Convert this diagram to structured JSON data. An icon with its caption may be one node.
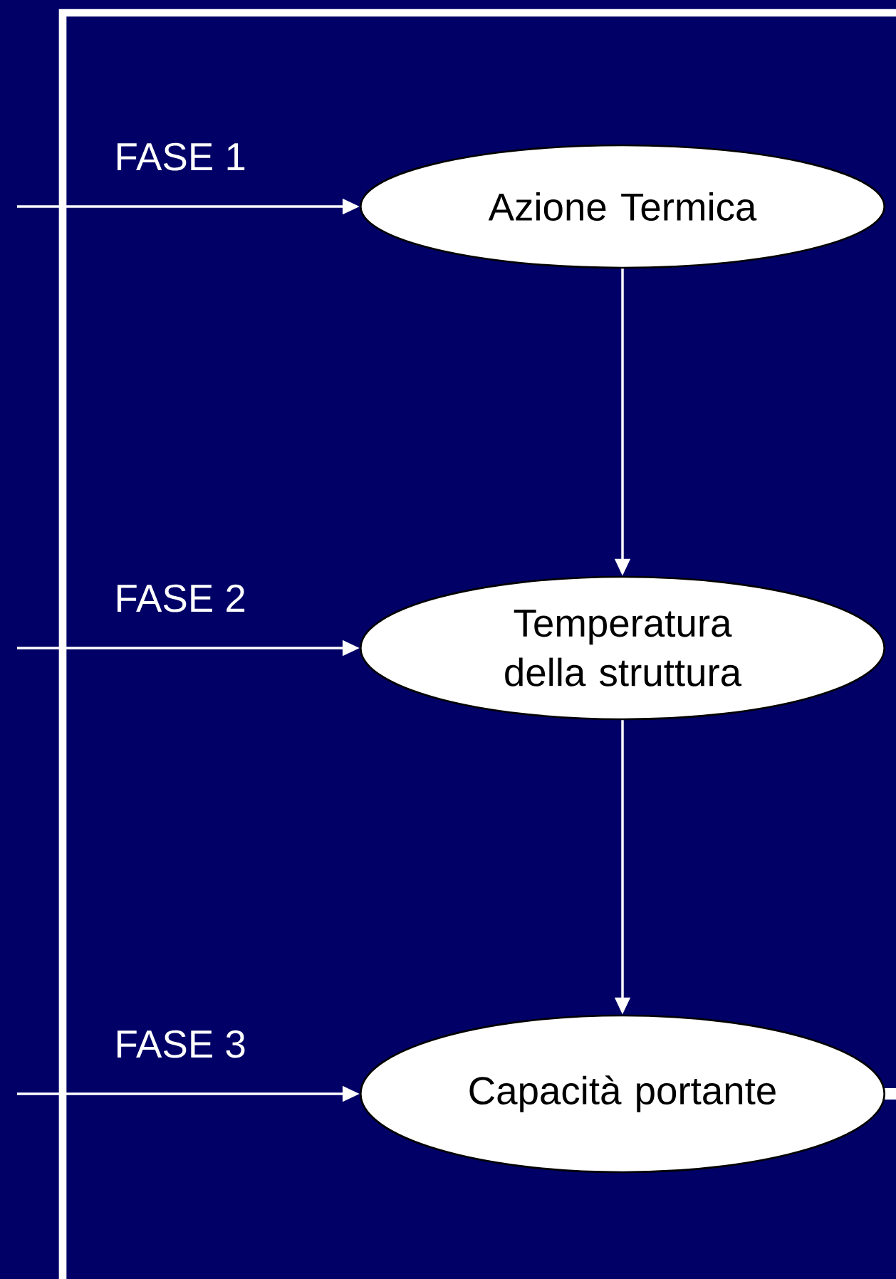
{
  "diagram": {
    "nodes": [
      {
        "text": [
          "Azione Termica"
        ]
      },
      {
        "text": [
          "Temperatura della struttura"
        ]
      },
      {
        "text": [
          "Capacità portante"
        ]
      }
    ],
    "edges": [
      {
        "from": null,
        "to": 0,
        "arrow": "to",
        "label": "FASE 1"
      },
      {
        "from": null,
        "to": 1,
        "arrow": "to",
        "label": "FASE 2"
      },
      {
        "from": null,
        "to": 2,
        "arrow": "to",
        "label": "FASE 3"
      },
      {
        "from": 0,
        "to": 1,
        "arrow": "to"
      },
      {
        "from": 1,
        "to": 2,
        "arrow": "to"
      }
    ]
  }
}
